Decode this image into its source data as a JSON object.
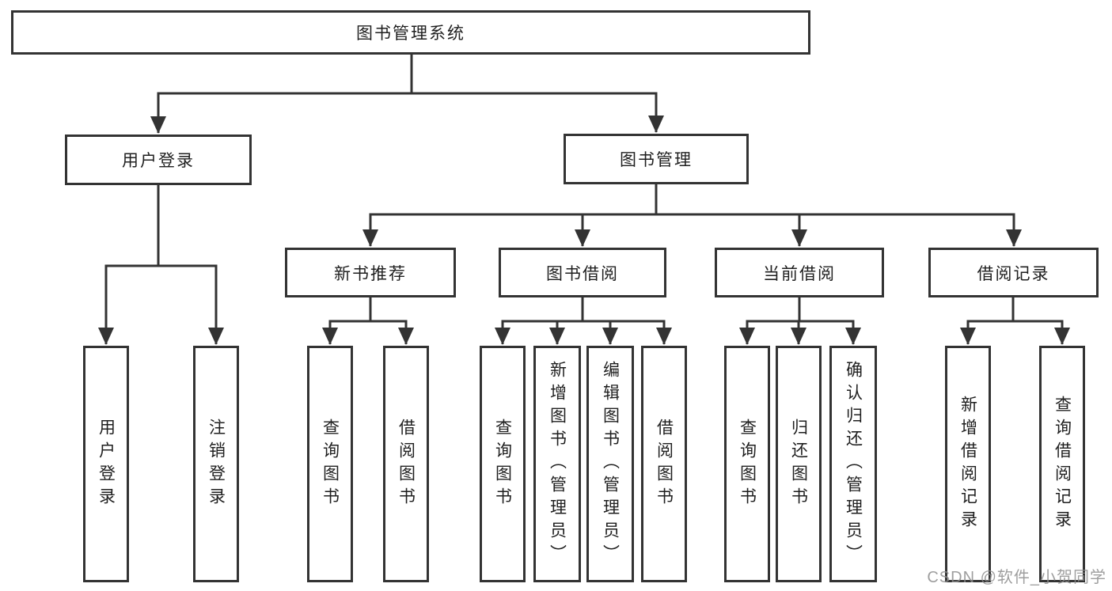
{
  "tree": {
    "label": "图书管理系统",
    "children": [
      {
        "label": "用户登录",
        "children": [
          {
            "label": "用户登录"
          },
          {
            "label": "注销登录"
          }
        ]
      },
      {
        "label": "图书管理",
        "children": [
          {
            "label": "新书推荐",
            "children": [
              {
                "label": "查询图书"
              },
              {
                "label": "借阅图书"
              }
            ]
          },
          {
            "label": "图书借阅",
            "children": [
              {
                "label": "查询图书"
              },
              {
                "label": "新增图书（管理员）"
              },
              {
                "label": "编辑图书（管理员）"
              },
              {
                "label": "借阅图书"
              }
            ]
          },
          {
            "label": "当前借阅",
            "children": [
              {
                "label": "查询图书"
              },
              {
                "label": "归还图书"
              },
              {
                "label": "确认归还（管理员）"
              }
            ]
          },
          {
            "label": "借阅记录",
            "children": [
              {
                "label": "新增借阅记录"
              },
              {
                "label": "查询借阅记录"
              }
            ]
          }
        ]
      }
    ]
  },
  "watermark": {
    "text": "CSDN @软件_小贺同学"
  },
  "colors": {
    "line": "#333333",
    "box_border": "#333333",
    "text": "#1f1f1f",
    "watermark": "#8e8e8e",
    "background": "#ffffff"
  }
}
